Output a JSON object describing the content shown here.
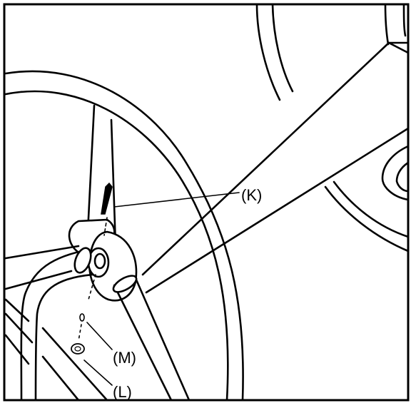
{
  "figure": {
    "description_free": true,
    "callouts": [
      {
        "id": "K",
        "label": "(K)"
      },
      {
        "id": "M",
        "label": "(M)"
      },
      {
        "id": "L",
        "label": "(L)"
      }
    ]
  }
}
